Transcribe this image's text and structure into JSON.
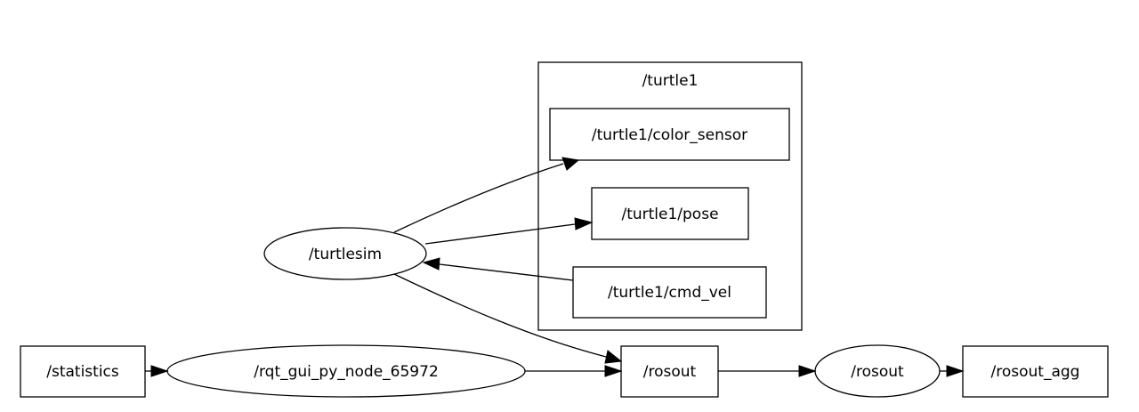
{
  "graph": {
    "cluster": {
      "label": "/turtle1"
    },
    "topics": {
      "color_sensor": "/turtle1/color_sensor",
      "pose": "/turtle1/pose",
      "cmd_vel": "/turtle1/cmd_vel",
      "statistics": "/statistics",
      "rosout": "/rosout",
      "rosout_agg": "/rosout_agg"
    },
    "nodes": {
      "turtlesim": "/turtlesim",
      "rqt_gui": "/rqt_gui_py_node_65972",
      "rosout": "/rosout"
    },
    "edges": [
      {
        "from": "/turtlesim",
        "to": "/turtle1/color_sensor"
      },
      {
        "from": "/turtlesim",
        "to": "/turtle1/pose"
      },
      {
        "from": "/turtle1/cmd_vel",
        "to": "/turtlesim"
      },
      {
        "from": "/turtlesim",
        "to": "/rosout"
      },
      {
        "from": "/statistics",
        "to": "/rqt_gui_py_node_65972"
      },
      {
        "from": "/rqt_gui_py_node_65972",
        "to": "/rosout"
      },
      {
        "from": "/rosout",
        "to": "/rosout"
      },
      {
        "from": "/rosout",
        "to": "/rosout_agg"
      }
    ]
  }
}
